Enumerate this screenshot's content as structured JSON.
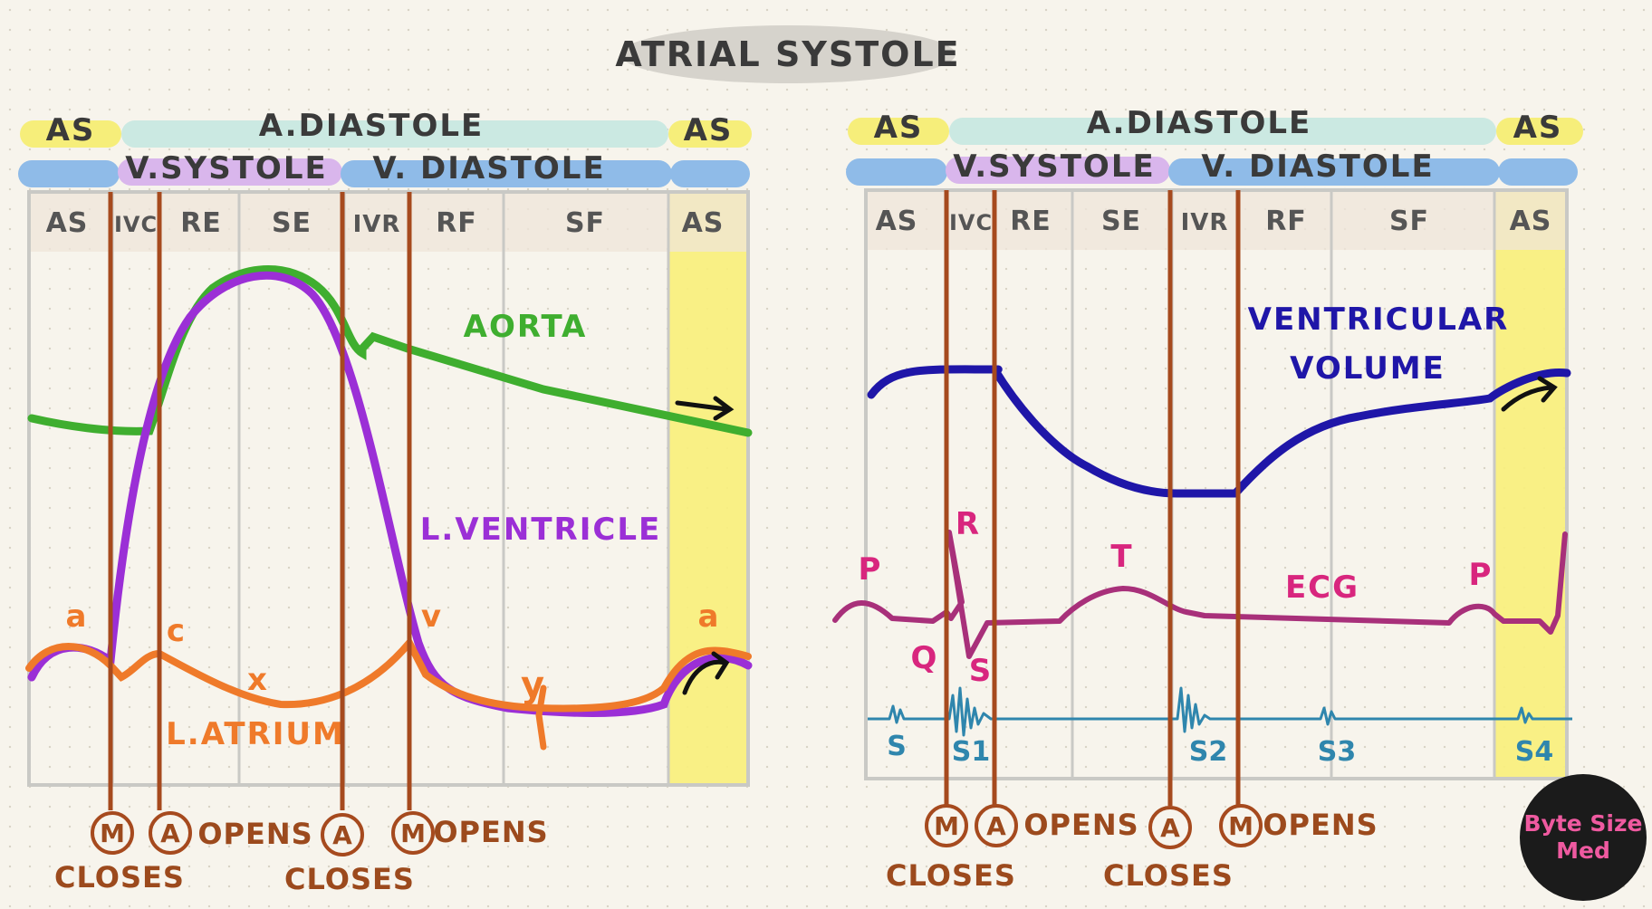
{
  "title": "ATRIAL SYSTOLE",
  "atrial_row": {
    "left": "AS",
    "middle": "A.DIASTOLE",
    "right": "AS"
  },
  "ventricular_row": {
    "systole": "V.SYSTOLE",
    "diastole": "V. DIASTOLE"
  },
  "phase_columns": [
    "AS",
    "IVC",
    "RE",
    "SE",
    "IVR",
    "RF",
    "SF",
    "AS"
  ],
  "left_panel": {
    "aorta_label": "AORTA",
    "ventricle_label": "L.VENTRICLE",
    "atrium_label": "L.ATRIUM",
    "wave_labels": {
      "a_start": "a",
      "c": "c",
      "x": "x",
      "v": "v",
      "y": "y",
      "a_end": "a"
    }
  },
  "right_panel": {
    "volume_label_line1": "VENTRICULAR",
    "volume_label_line2": "VOLUME",
    "ecg_label": "ECG",
    "ecg_waves": {
      "p": "P",
      "q": "Q",
      "r": "R",
      "s": "S",
      "t": "T",
      "p_end": "P"
    },
    "heart_sounds": {
      "s": "S",
      "s1": "S1",
      "s2": "S2",
      "s3": "S3",
      "s4": "S4"
    }
  },
  "valve_events": {
    "mitral_letter": "M",
    "aortic_letter": "A",
    "opens": "OPENS",
    "closes": "CLOSES"
  },
  "logo": {
    "line1": "Byte Size",
    "line2": "Med"
  },
  "colors": {
    "aorta": "#3fae2f",
    "ventricle": "#9b2fd6",
    "atrium": "#ef7a2a",
    "volume": "#1f16a8",
    "ecg": "#a8307a",
    "ecg_letters": "#d8267e",
    "sounds": "#2f86ad",
    "valve_lines": "#a64a1e",
    "highlight": "#f8f07a"
  }
}
